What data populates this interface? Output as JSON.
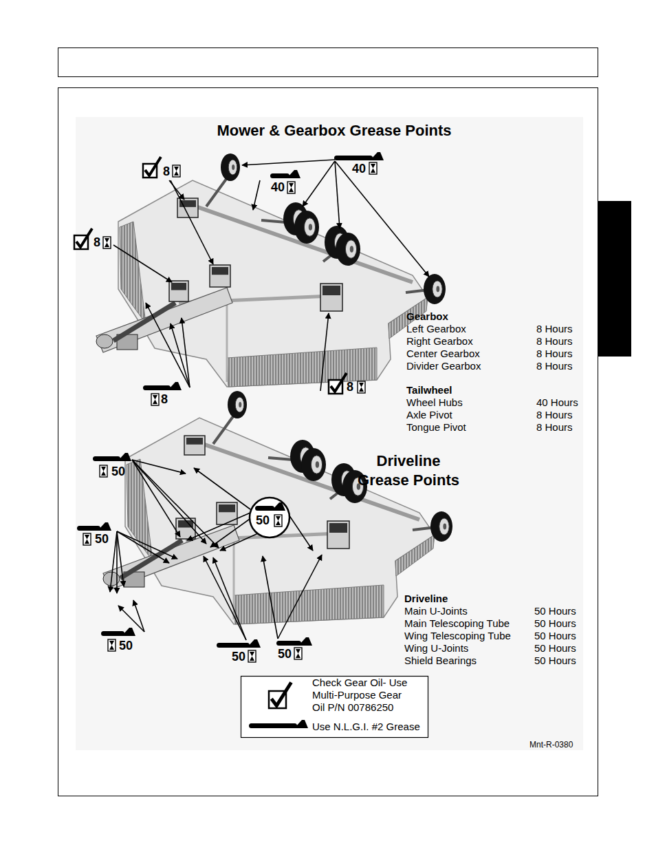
{
  "diagram": {
    "title": "Mower & Gearbox Grease Points",
    "nodes": [
      {
        "text": [
          "50"
        ]
      }
    ],
    "labels": [
      "Driveline Grease Points",
      "8",
      "40",
      "40",
      "8",
      "8",
      "8",
      "Gearbox",
      "Left Gearbox",
      "8 Hours",
      "Right Gearbox",
      "8 Hours",
      "Center Gearbox",
      "8 Hours",
      "Divider Gearbox",
      "8 Hours",
      "Tailwheel",
      "Wheel Hubs",
      "40 Hours",
      "Axle Pivot",
      "8 Hours",
      "Tongue Pivot",
      "8 Hours",
      "50",
      "50",
      "50",
      "50",
      "50",
      "Driveline",
      "Main U-Joints",
      "50 Hours",
      "Main Telescoping Tube",
      "50 Hours",
      "Wing Telescoping Tube",
      "50 Hours",
      "Wing U-Joints",
      "50 Hours",
      "Shield Bearings",
      "50 Hours",
      "Mnt-R-0380"
    ],
    "legend": [
      {
        "text": "Check Gear Oil- Use Multi-Purpose Gear Oil P/N 00786250"
      },
      {
        "text": "Use N.L.G.I. #2 Grease"
      }
    ]
  }
}
